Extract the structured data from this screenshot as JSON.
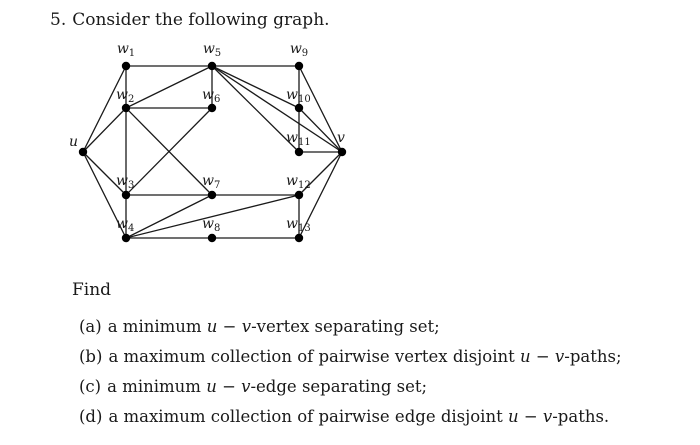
{
  "problem": {
    "number": "5.",
    "statement": "Consider the following graph."
  },
  "graph": {
    "vertices": [
      {
        "id": "u",
        "base": "u",
        "sub": ""
      },
      {
        "id": "v",
        "base": "v",
        "sub": ""
      },
      {
        "id": "w1",
        "base": "w",
        "sub": "1"
      },
      {
        "id": "w2",
        "base": "w",
        "sub": "2"
      },
      {
        "id": "w3",
        "base": "w",
        "sub": "3"
      },
      {
        "id": "w4",
        "base": "w",
        "sub": "4"
      },
      {
        "id": "w5",
        "base": "w",
        "sub": "5"
      },
      {
        "id": "w6",
        "base": "w",
        "sub": "6"
      },
      {
        "id": "w7",
        "base": "w",
        "sub": "7"
      },
      {
        "id": "w8",
        "base": "w",
        "sub": "8"
      },
      {
        "id": "w9",
        "base": "w",
        "sub": "9"
      },
      {
        "id": "w10",
        "base": "w",
        "sub": "10"
      },
      {
        "id": "w11",
        "base": "w",
        "sub": "11"
      },
      {
        "id": "w12",
        "base": "w",
        "sub": "12"
      },
      {
        "id": "w13",
        "base": "w",
        "sub": "13"
      }
    ],
    "edges": [
      [
        "u",
        "w1"
      ],
      [
        "u",
        "w2"
      ],
      [
        "u",
        "w3"
      ],
      [
        "u",
        "w4"
      ],
      [
        "w1",
        "w2"
      ],
      [
        "w1",
        "w5"
      ],
      [
        "w2",
        "w5"
      ],
      [
        "w2",
        "w6"
      ],
      [
        "w2",
        "w3"
      ],
      [
        "w2",
        "w7"
      ],
      [
        "w3",
        "w4"
      ],
      [
        "w3",
        "w6"
      ],
      [
        "w3",
        "w7"
      ],
      [
        "w4",
        "w7"
      ],
      [
        "w4",
        "w8"
      ],
      [
        "w4",
        "w12"
      ],
      [
        "w5",
        "w6"
      ],
      [
        "w5",
        "w9"
      ],
      [
        "w5",
        "w10"
      ],
      [
        "w5",
        "w11"
      ],
      [
        "w5",
        "v"
      ],
      [
        "w7",
        "w12"
      ],
      [
        "w8",
        "w13"
      ],
      [
        "w9",
        "w10"
      ],
      [
        "w9",
        "v"
      ],
      [
        "w10",
        "w11"
      ],
      [
        "w10",
        "v"
      ],
      [
        "w11",
        "v"
      ],
      [
        "w12",
        "w13"
      ],
      [
        "w12",
        "v"
      ],
      [
        "w13",
        "v"
      ]
    ]
  },
  "find_label": "Find",
  "items": [
    {
      "mark": "(a)",
      "parts": [
        {
          "t": "a minimum ",
          "m": false
        },
        {
          "t": "u − v",
          "m": true
        },
        {
          "t": "-vertex separating set;",
          "m": false
        }
      ]
    },
    {
      "mark": "(b)",
      "parts": [
        {
          "t": "a maximum collection of pairwise vertex disjoint ",
          "m": false
        },
        {
          "t": "u − v",
          "m": true
        },
        {
          "t": "-paths;",
          "m": false
        }
      ]
    },
    {
      "mark": "(c)",
      "parts": [
        {
          "t": "a minimum ",
          "m": false
        },
        {
          "t": "u − v",
          "m": true
        },
        {
          "t": "-edge separating set;",
          "m": false
        }
      ]
    },
    {
      "mark": "(d)",
      "parts": [
        {
          "t": "a maximum collection of pairwise edge disjoint ",
          "m": false
        },
        {
          "t": "u − v",
          "m": true
        },
        {
          "t": "-paths.",
          "m": false
        }
      ]
    }
  ]
}
